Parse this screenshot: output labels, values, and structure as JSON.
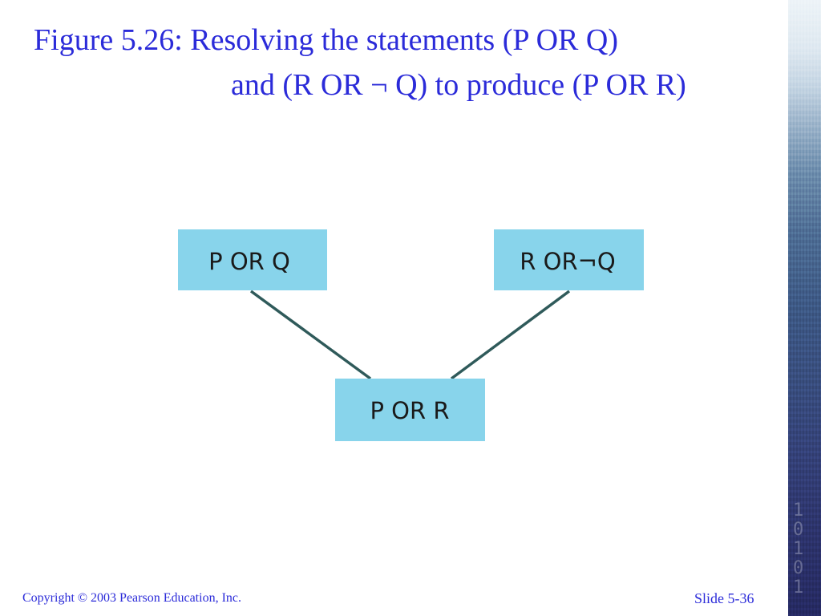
{
  "slide": {
    "title_line1": "Figure 5.26:  Resolving the statements (P OR Q)",
    "title_line2": "and (R OR ¬ Q) to produce (P OR R)",
    "copyright": "Copyright © 2003 Pearson Education, Inc.",
    "slide_number": "Slide 5-36"
  },
  "diagram": {
    "nodes": {
      "left": "P OR Q",
      "right": "R OR¬Q",
      "result": "P OR R"
    },
    "edges": [
      {
        "from": "P OR Q",
        "to": "P OR R"
      },
      {
        "from": "R OR¬Q",
        "to": "P OR R"
      }
    ]
  },
  "colors": {
    "title_text": "#2b2bd9",
    "node_fill": "#88d4eb",
    "edge_stroke": "#2f5a5a",
    "node_text": "#1a1a1a"
  },
  "decoration": {
    "side_band_digits": "1\n0\n1\n0\n1"
  }
}
